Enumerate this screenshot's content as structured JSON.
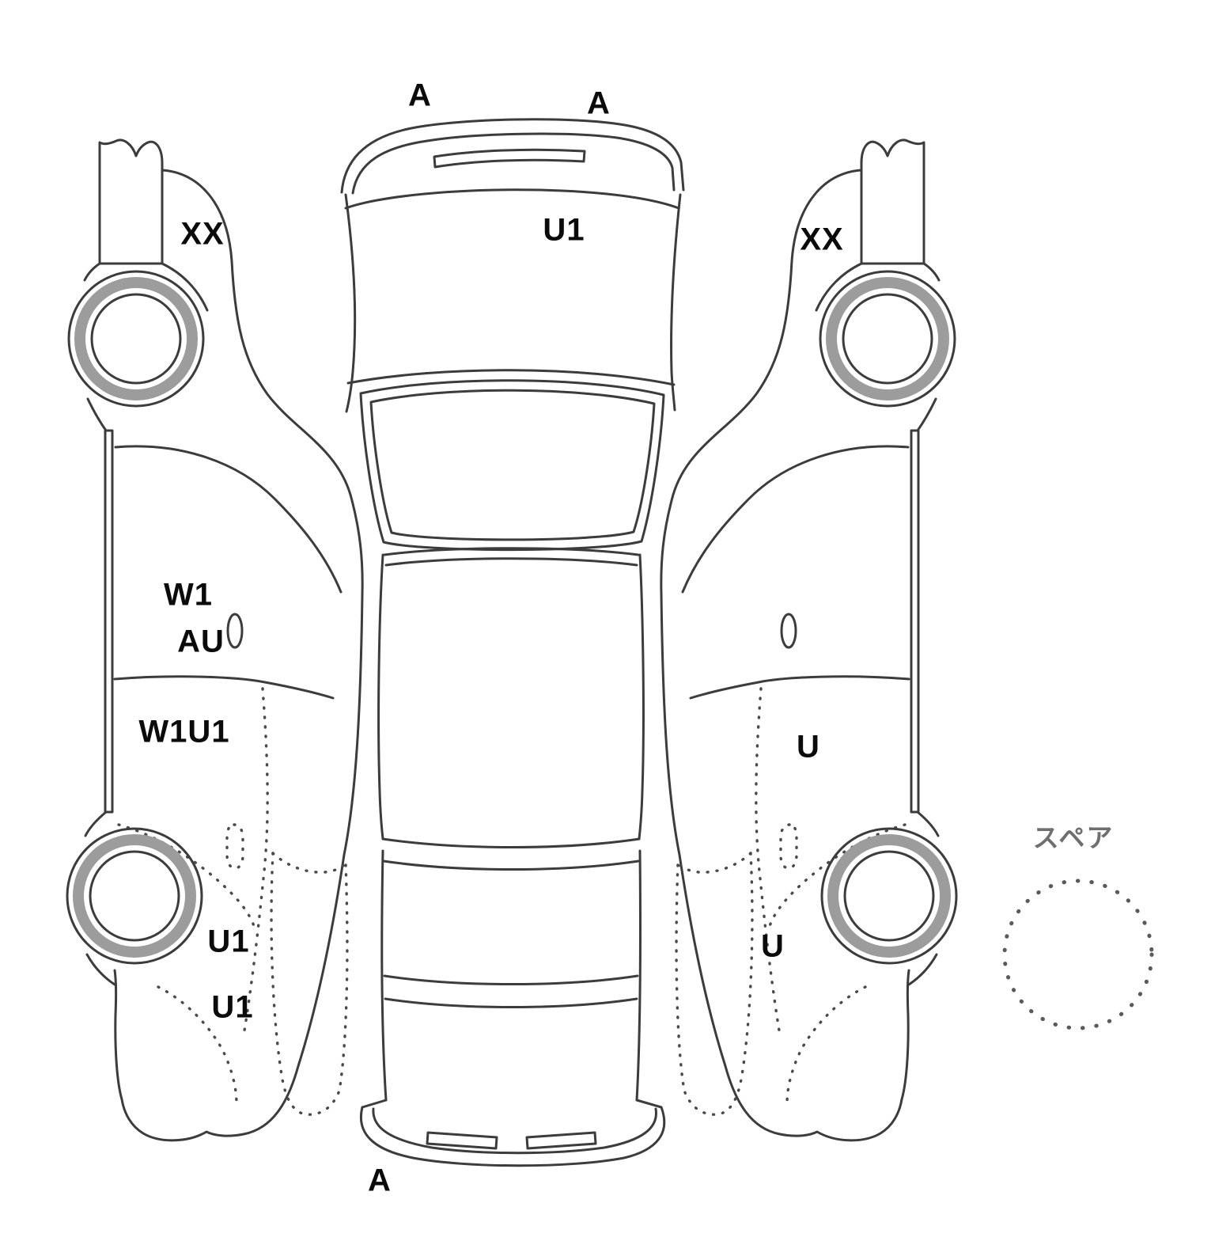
{
  "diagram": {
    "kind": "vehicle-damage-map",
    "line_color": "#3c3c3c",
    "wheel_ring_color": "#9c9c9c",
    "background": "#ffffff"
  },
  "markers": [
    {
      "id": "a-front-left",
      "text": "A"
    },
    {
      "id": "a-front-right",
      "text": "A"
    },
    {
      "id": "u1-hood",
      "text": "U1"
    },
    {
      "id": "xx-left-front",
      "text": "XX"
    },
    {
      "id": "xx-right-front",
      "text": "XX"
    },
    {
      "id": "w1-left-door",
      "text": "W1"
    },
    {
      "id": "au-left-door",
      "text": "AU"
    },
    {
      "id": "w1u1-left-door",
      "text": "W1U1"
    },
    {
      "id": "u-right-door",
      "text": "U"
    },
    {
      "id": "u1-left-quarter",
      "text": "U1"
    },
    {
      "id": "u-right-quarter",
      "text": "U"
    },
    {
      "id": "u1-left-rear",
      "text": "U1"
    },
    {
      "id": "a-rear-bumper",
      "text": "A"
    },
    {
      "id": "spare-tire",
      "text": "スペア"
    }
  ]
}
